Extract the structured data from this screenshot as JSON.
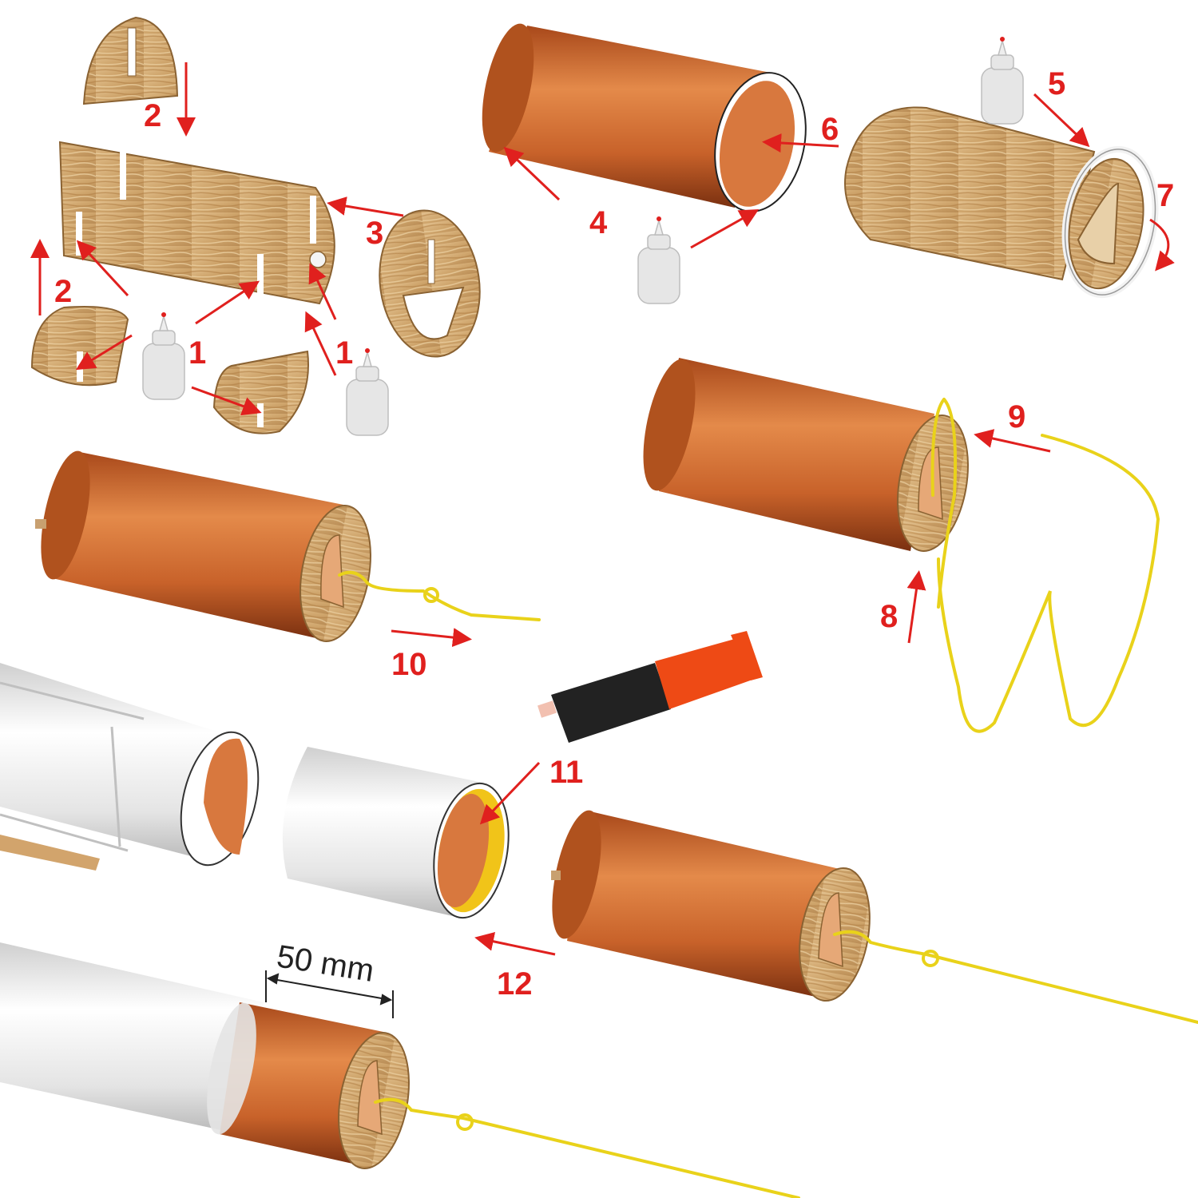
{
  "labels": {
    "s1a": "1",
    "s1b": "1",
    "s2a": "2",
    "s2b": "2",
    "s3": "3",
    "s4": "4",
    "s5": "5",
    "s6": "6",
    "s7": "7",
    "s8": "8",
    "s9": "9",
    "s10": "10",
    "s11": "11",
    "s12": "12",
    "dimension": "50 mm"
  },
  "colors": {
    "arrow": "#e0201e",
    "cord": "#e9d21a",
    "tube_orange": "#c8622a",
    "tube_white": "#eeeeee",
    "wood": "#d6b07a",
    "glue_bottle": "#e6e6e6"
  }
}
